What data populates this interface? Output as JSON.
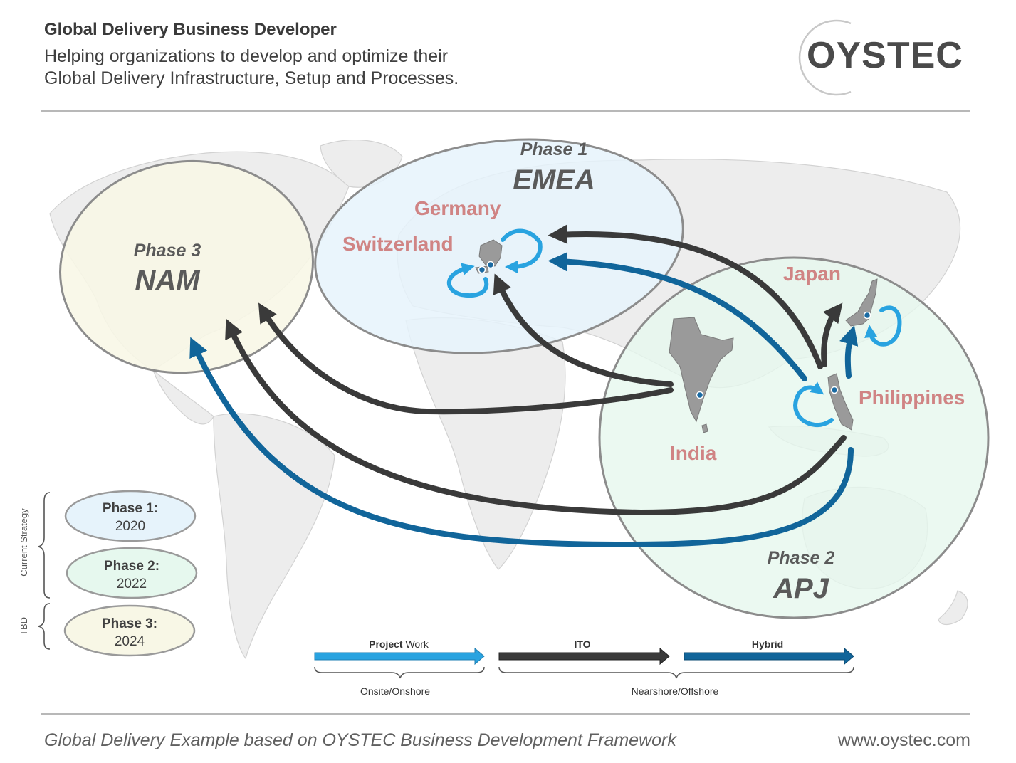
{
  "header": {
    "title": "Global Delivery Business Developer",
    "subtitle_line1": "Helping organizations to develop and optimize their",
    "subtitle_line2": "Global Delivery Infrastructure, Setup and Processes."
  },
  "logo": {
    "text": "OYSTEC"
  },
  "regions": [
    {
      "phase": "Phase 1",
      "name": "EMEA",
      "fill": "#e6f3fb"
    },
    {
      "phase": "Phase 2",
      "name": "APJ",
      "fill": "#e6f8ee"
    },
    {
      "phase": "Phase 3",
      "name": "NAM",
      "fill": "#f8f7e6"
    }
  ],
  "locations": {
    "germany": "Germany",
    "switzerland": "Switzerland",
    "japan": "Japan",
    "philippines": "Philippines",
    "india": "India"
  },
  "strategy": {
    "current_label": "Current Strategy",
    "tbd_label": "TBD",
    "phases": [
      {
        "label": "Phase 1:",
        "year": "2020",
        "fill": "#e6f3fb"
      },
      {
        "label": "Phase 2:",
        "year": "2022",
        "fill": "#e6f8ee"
      },
      {
        "label": "Phase 3:",
        "year": "2024",
        "fill": "#f8f7e6"
      }
    ]
  },
  "legend": {
    "project_bold": "Project",
    "project_rest": " Work",
    "ito": "ITO",
    "hybrid": "Hybrid",
    "onsite": "Onsite/Onshore",
    "nearshore": "Nearshore/Offshore"
  },
  "colors": {
    "project": "#29a3e0",
    "ito": "#3a3a3a",
    "hybrid": "#11659a",
    "location_text": "#d08484",
    "country_fill": "#9a9a9a"
  },
  "footer": {
    "left": "Global Delivery Example based on OYSTEC Business Development Framework",
    "right": "www.oystec.com"
  }
}
